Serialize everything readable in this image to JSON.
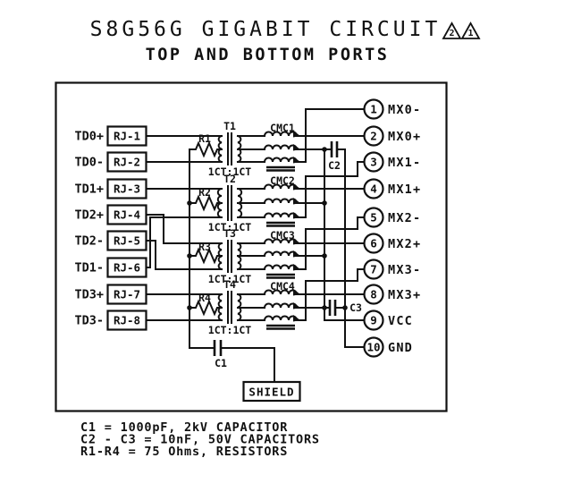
{
  "title": {
    "main": "S8G56G GIGABIT CIRCUIT",
    "subtitle": "TOP AND BOTTOM PORTS",
    "revision_flags": [
      "2",
      "1"
    ]
  },
  "left_ports": [
    {
      "signal": "TD0+",
      "pin": "RJ-1"
    },
    {
      "signal": "TD0-",
      "pin": "RJ-2"
    },
    {
      "signal": "TD1+",
      "pin": "RJ-3"
    },
    {
      "signal": "TD2+",
      "pin": "RJ-4"
    },
    {
      "signal": "TD2-",
      "pin": "RJ-5"
    },
    {
      "signal": "TD1-",
      "pin": "RJ-6"
    },
    {
      "signal": "TD3+",
      "pin": "RJ-7"
    },
    {
      "signal": "TD3-",
      "pin": "RJ-8"
    }
  ],
  "blocks": [
    {
      "transformer": "T1",
      "ratio": "1CT:1CT",
      "choke": "CMC1",
      "resistor": "R1"
    },
    {
      "transformer": "T2",
      "ratio": "1CT:1CT",
      "choke": "CMC2",
      "resistor": "R2"
    },
    {
      "transformer": "T3",
      "ratio": "1CT:1CT",
      "choke": "CMC3",
      "resistor": "R3"
    },
    {
      "transformer": "T4",
      "ratio": "1CT:1CT",
      "choke": "CMC4",
      "resistor": "R4"
    }
  ],
  "capacitors": {
    "c1": "C1",
    "c2": "C2",
    "c3": "C3"
  },
  "shield": "SHIELD",
  "output_pins": [
    {
      "num": "1",
      "label": "MX0-"
    },
    {
      "num": "2",
      "label": "MX0+"
    },
    {
      "num": "3",
      "label": "MX1-"
    },
    {
      "num": "4",
      "label": "MX1+"
    },
    {
      "num": "5",
      "label": "MX2-"
    },
    {
      "num": "6",
      "label": "MX2+"
    },
    {
      "num": "7",
      "label": "MX3-"
    },
    {
      "num": "8",
      "label": "MX3+"
    },
    {
      "num": "9",
      "label": "VCC"
    },
    {
      "num": "10",
      "label": "GND"
    }
  ],
  "notes": [
    "C1 = 1000pF, 2kV CAPACITOR",
    "C2 - C3 = 10nF, 50V CAPACITORS",
    "R1-R4 = 75 Ohms, RESISTORS"
  ],
  "colors": {
    "line": "#111111",
    "background": "#ffffff"
  }
}
